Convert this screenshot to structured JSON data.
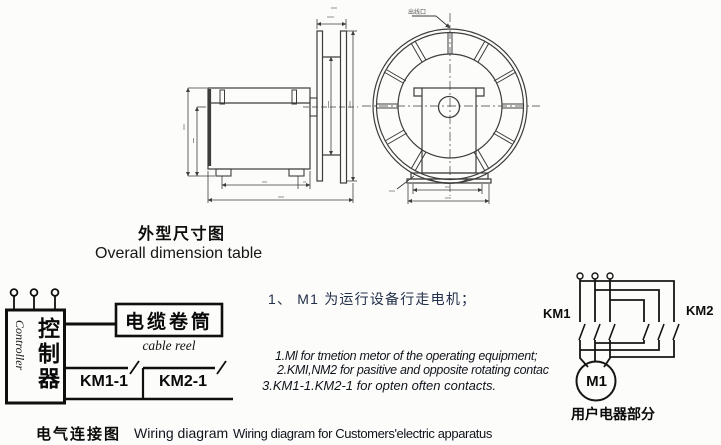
{
  "dimension_drawing": {
    "title_zh": "外型尺寸图",
    "title_en": "Overall dimension table",
    "outlet_label": "出线口"
  },
  "wiring": {
    "controller_zh": "控制器",
    "controller_en": "Controller",
    "reel_zh": "电缆卷筒",
    "reel_en": "cable reel",
    "contact1": "KM1-1",
    "contact2": "KM2-1",
    "caption_zh": "电气连接图",
    "caption_en1": "Wiring diagram",
    "caption_en2": "Wiring diagram for Customers'electric apparatus"
  },
  "notes": {
    "zh": "1、 M1 为运行设备行走电机；",
    "en1": "1.Ml for tmetion metor of the operating equipment;",
    "en2": "2.KMI,NM2 for pasitive and opposite rotating contac",
    "en3": "3.KM1-1.KM2-1 for opten often contacts."
  },
  "circuit": {
    "km1": "KM1",
    "km2": "KM2",
    "motor": "M1",
    "caption_zh": "用户电器部分"
  },
  "colors": {
    "drawing_line": "#3d3d3d",
    "wiring_line": "#0f0f0f",
    "paper": "#fcfcfa"
  }
}
